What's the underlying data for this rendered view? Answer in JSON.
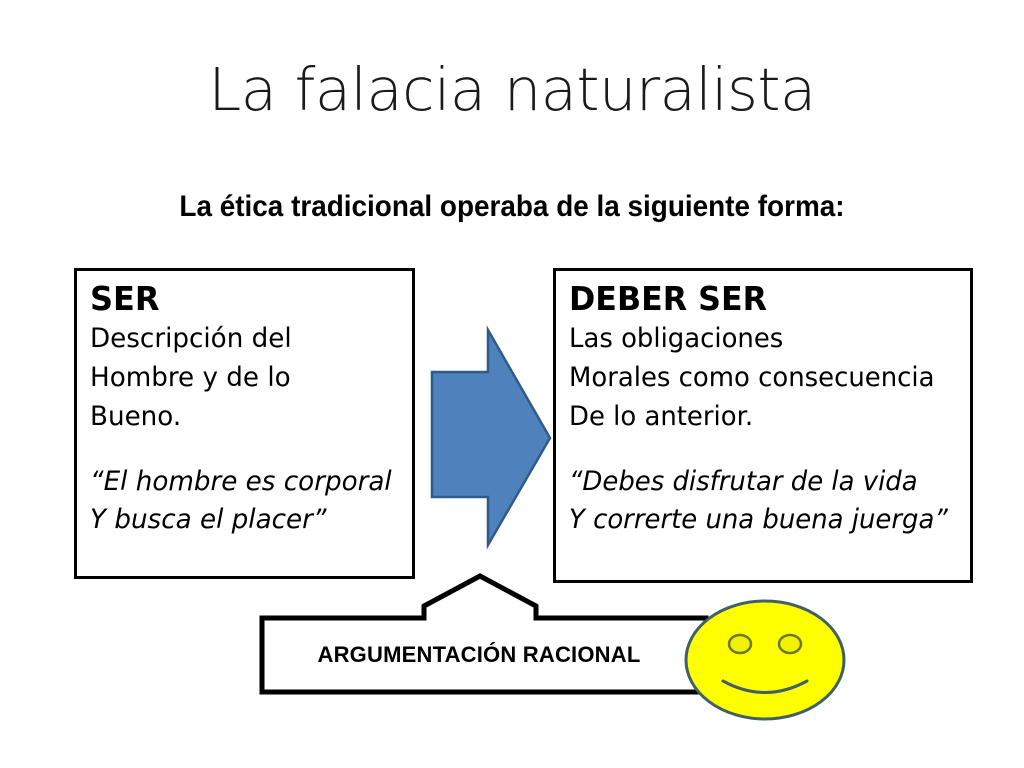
{
  "slide": {
    "title": "La falacia naturalista",
    "subtitle": "La ética tradicional operaba de la siguiente forma:",
    "background_color": "#FFFFFF"
  },
  "boxes": {
    "ser": {
      "heading": "SER",
      "lines": [
        "Descripción del",
        "Hombre y de lo",
        "Bueno."
      ],
      "quote": [
        "“El hombre es corporal",
        "Y busca el placer”"
      ],
      "border_color": "#000000",
      "fill_color": "#FFFFFF"
    },
    "deber_ser": {
      "heading": "DEBER SER",
      "lines": [
        "Las obligaciones",
        "Morales como consecuencia",
        "De lo anterior."
      ],
      "quote": [
        "“Debes disfrutar de la vida",
        "Y correrte una buena juerga”"
      ],
      "border_color": "#000000",
      "fill_color": "#FFFFFF"
    }
  },
  "arrow": {
    "name": "right-arrow",
    "direction": "right",
    "fill_color": "#4F81BD",
    "outline_color": "#2E5C8A"
  },
  "callout": {
    "label": "ARGUMENTACIÓN RACIONAL",
    "pointer_direction": "up",
    "border_color": "#000000",
    "fill_color": "#FFFFFF"
  },
  "smiley": {
    "name": "smiley-face",
    "fill_color": "#FFFF00",
    "outline_color": "#3F6065",
    "expression": "smile"
  }
}
